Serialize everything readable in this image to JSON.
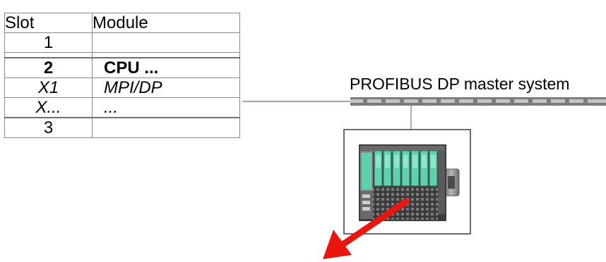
{
  "table": {
    "header": {
      "slot": "Slot",
      "module": "Module"
    },
    "rows": [
      {
        "slot": "1",
        "module": ""
      },
      {
        "slot": "2",
        "module": "CPU ..."
      },
      {
        "slot": "X1",
        "module": "MPI/DP"
      },
      {
        "slot": "X...",
        "module": "..."
      },
      {
        "slot": "3",
        "module": ""
      }
    ]
  },
  "network": {
    "title": "PROFIBUS DP master system",
    "bus_color": "#8a8a8a",
    "module_teal": "#5fd0b0",
    "arrow_color": "#e8160c"
  }
}
